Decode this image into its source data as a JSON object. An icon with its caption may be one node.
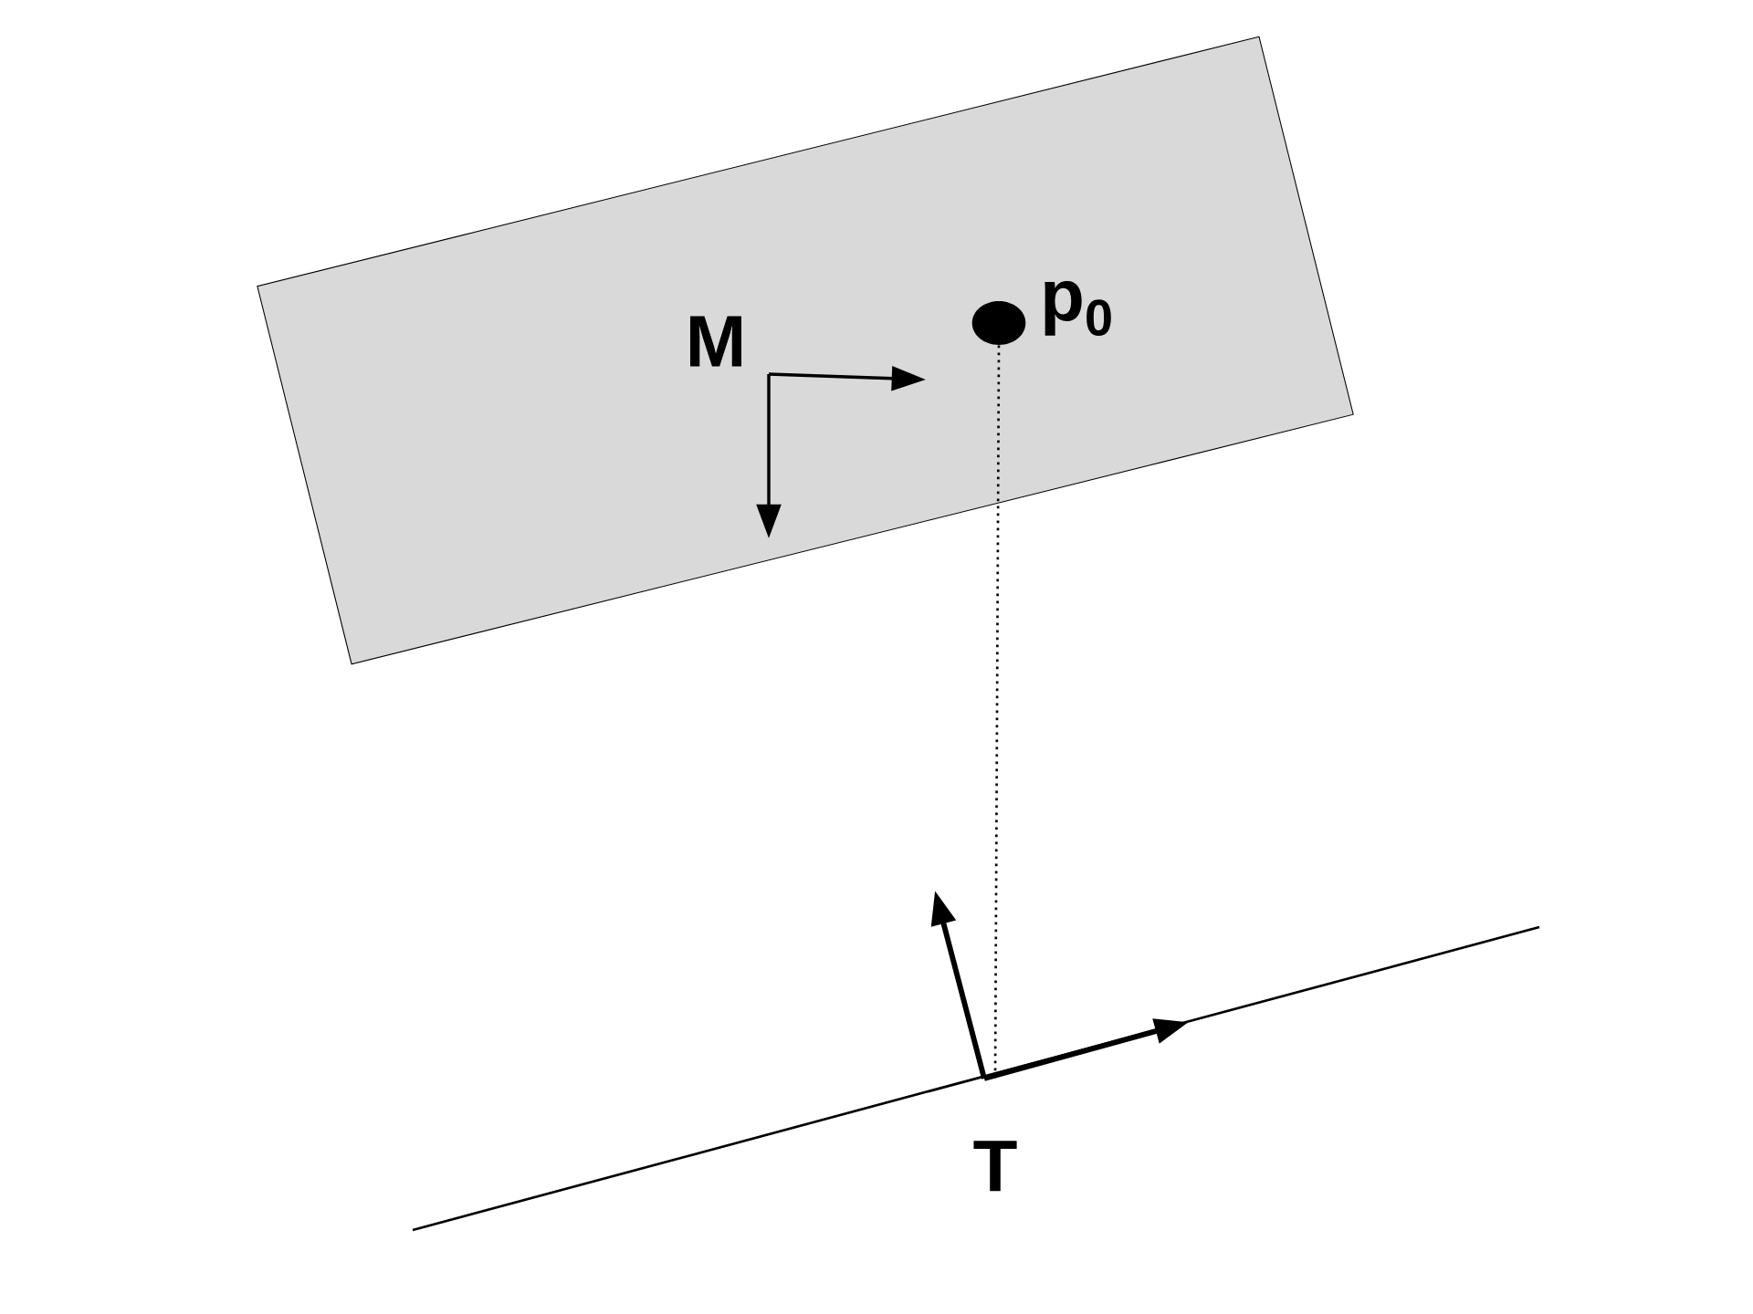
{
  "diagram": {
    "nodes": [
      {
        "text": [],
        "shape": "box"
      },
      {
        "text": [],
        "shape": "circle",
        "in": 0,
        "beside": [
          "p$_{0}$"
        ]
      },
      {
        "text": [
          "T"
        ]
      }
    ],
    "edges": [
      {
        "from": 1,
        "to": 2,
        "arrow": "none",
        "style": "dashed"
      }
    ],
    "labels": [
      "M"
    ]
  }
}
